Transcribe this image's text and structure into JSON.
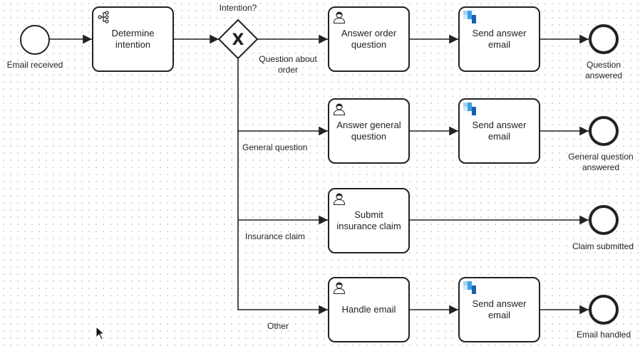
{
  "start_event": {
    "label": "Email received"
  },
  "gateway": {
    "label": "Intention?",
    "marker": "X",
    "icon": "exclusive-gateway-icon"
  },
  "tasks": {
    "determine": {
      "label": "Determine\nintention",
      "icon": "business-rule-icon"
    },
    "answer_order": {
      "label": "Answer order\nquestion",
      "icon": "user-icon"
    },
    "send_1": {
      "label": "Send answer\nemail",
      "icon": "service-icon"
    },
    "answer_general": {
      "label": "Answer general\nquestion",
      "icon": "user-icon"
    },
    "send_2": {
      "label": "Send answer\nemail",
      "icon": "service-icon"
    },
    "submit_claim": {
      "label": "Submit\ninsurance claim",
      "icon": "user-icon"
    },
    "handle_email": {
      "label": "Handle email",
      "icon": "user-icon"
    },
    "send_3": {
      "label": "Send answer\nemail",
      "icon": "service-icon"
    }
  },
  "flows": {
    "order": "Question about\norder",
    "general": "General question",
    "claim": "Insurance claim",
    "other": "Other"
  },
  "end_events": {
    "question_answered": "Question\nanswered",
    "general_answered": "General question\nanswered",
    "claim_submitted": "Claim submitted",
    "email_handled": "Email handled"
  },
  "colors": {
    "stroke": "#222222",
    "service_blue": "#3aa0e6",
    "service_dark": "#1d5fae"
  }
}
